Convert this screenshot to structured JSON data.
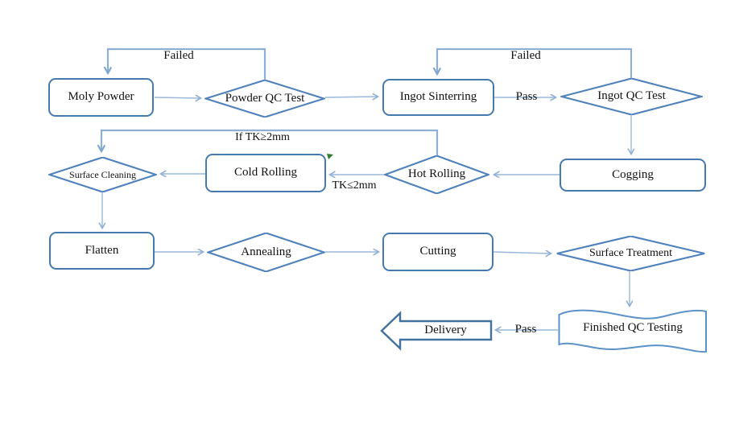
{
  "diagram": {
    "type": "flowchart",
    "nodes": {
      "moly_powder": {
        "label": "Moly Powder",
        "shape": "rounded-rect"
      },
      "powder_qc": {
        "label": "Powder QC Test",
        "shape": "diamond"
      },
      "ingot_sinterring": {
        "label": "Ingot Sinterring",
        "shape": "rounded-rect"
      },
      "ingot_qc": {
        "label": "Ingot QC  Test",
        "shape": "diamond"
      },
      "cogging": {
        "label": "Cogging",
        "shape": "rounded-rect"
      },
      "hot_rolling": {
        "label": "Hot Rolling",
        "shape": "diamond"
      },
      "cold_rolling": {
        "label": "Cold Rolling",
        "shape": "rounded-rect"
      },
      "surface_cleaning": {
        "label": "Surface Cleaning",
        "shape": "diamond"
      },
      "flatten": {
        "label": "Flatten",
        "shape": "rounded-rect"
      },
      "annealing": {
        "label": "Annealing",
        "shape": "diamond"
      },
      "cutting": {
        "label": "Cutting",
        "shape": "rounded-rect"
      },
      "surface_treatment": {
        "label": "Surface Treatment",
        "shape": "diamond"
      },
      "finished_qc": {
        "label": "Finished QC Testing",
        "shape": "punched-tape"
      },
      "delivery": {
        "label": "Delivery",
        "shape": "left-block-arrow"
      }
    },
    "edge_labels": {
      "failed_powder": "Failed",
      "failed_ingot": "Failed",
      "pass_sinter": "Pass",
      "if_tk": "If TK≥2mm",
      "tk": "TK≤2mm",
      "pass_final": "Pass"
    },
    "colors": {
      "rect_border": "#4679ae",
      "diamond_border": "#4f81bd",
      "connector": "#9ab8da",
      "loop_connector": "#8fb0d6",
      "tape_border": "#5b92c8",
      "green_mark": "#2f7d31",
      "text": "#111111"
    }
  }
}
